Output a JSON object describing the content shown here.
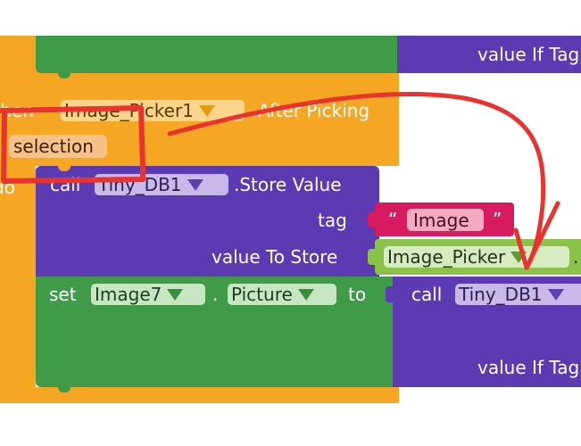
{
  "event": {
    "prefix": "when",
    "component": "Image_Picker1",
    "event_name": "After Picking"
  },
  "param": {
    "label": "selection"
  },
  "do_label": "do",
  "store": {
    "call": "call",
    "component": "Tiny_DB1",
    "method": ".Store Value",
    "tag_label": "tag",
    "tag_open": "“",
    "tag_value": "Image",
    "tag_close": "”",
    "value_label": "value To Store",
    "value_component": "Image_Picker",
    "value_dot": "."
  },
  "set": {
    "label": "set",
    "component": "Image7",
    "dot": ".",
    "property": "Picture",
    "to": "to",
    "call": "call",
    "call_component": "Tiny_DB1"
  },
  "value_if_tag_top": "value If Tag",
  "value_if_tag_bottom": "value If Tag",
  "colors": {
    "orange": "#f5a623",
    "purple": "#5b3ab2",
    "green": "#3f9b48",
    "lime": "#8bc34a",
    "pink": "#d81b60",
    "annotation_red": "#e8332e"
  }
}
